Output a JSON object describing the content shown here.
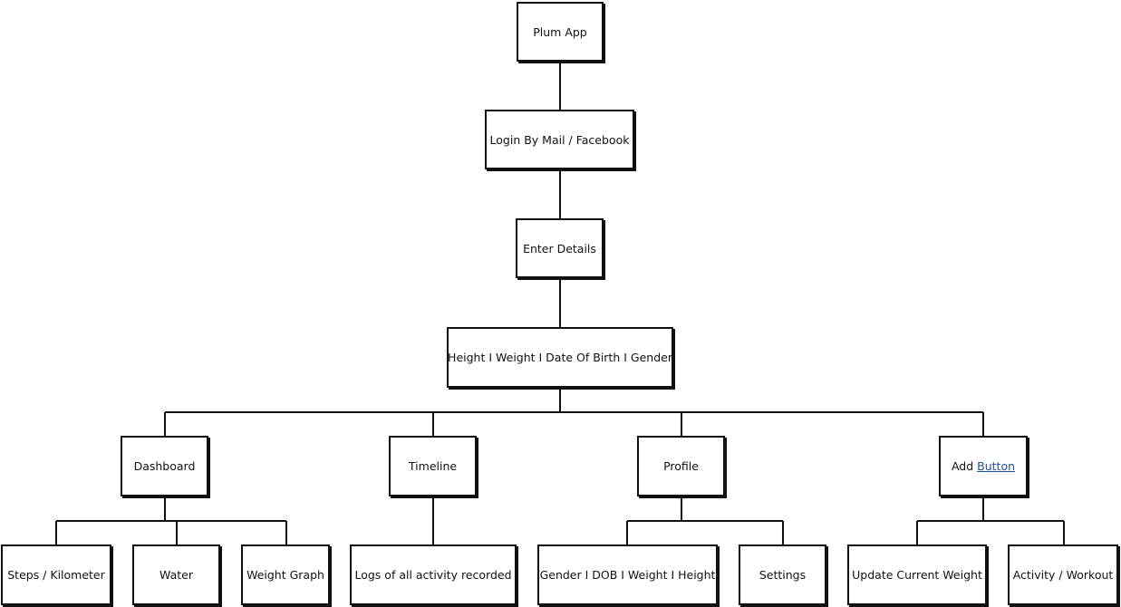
{
  "nodes": {
    "root": "Plum App",
    "login": "Login By Mail / Facebook",
    "details": "Enter Details",
    "fields": "Height I Weight I Date Of Birth I Gender",
    "dashboard": "Dashboard",
    "timeline": "Timeline",
    "profile": "Profile",
    "add_prefix": "Add",
    "add_link": "Button",
    "steps": "Steps / Kilometer",
    "water": "Water",
    "weight_graph": "Weight Graph",
    "logs": "Logs of all activity recorded",
    "profile_info": "Gender I DOB I Weight I Height",
    "settings": "Settings",
    "update_weight": "Update Current Weight",
    "activity": "Activity / Workout"
  },
  "colors": {
    "stroke": "#111111",
    "link": "#2050a0",
    "background": "#ffffff"
  }
}
